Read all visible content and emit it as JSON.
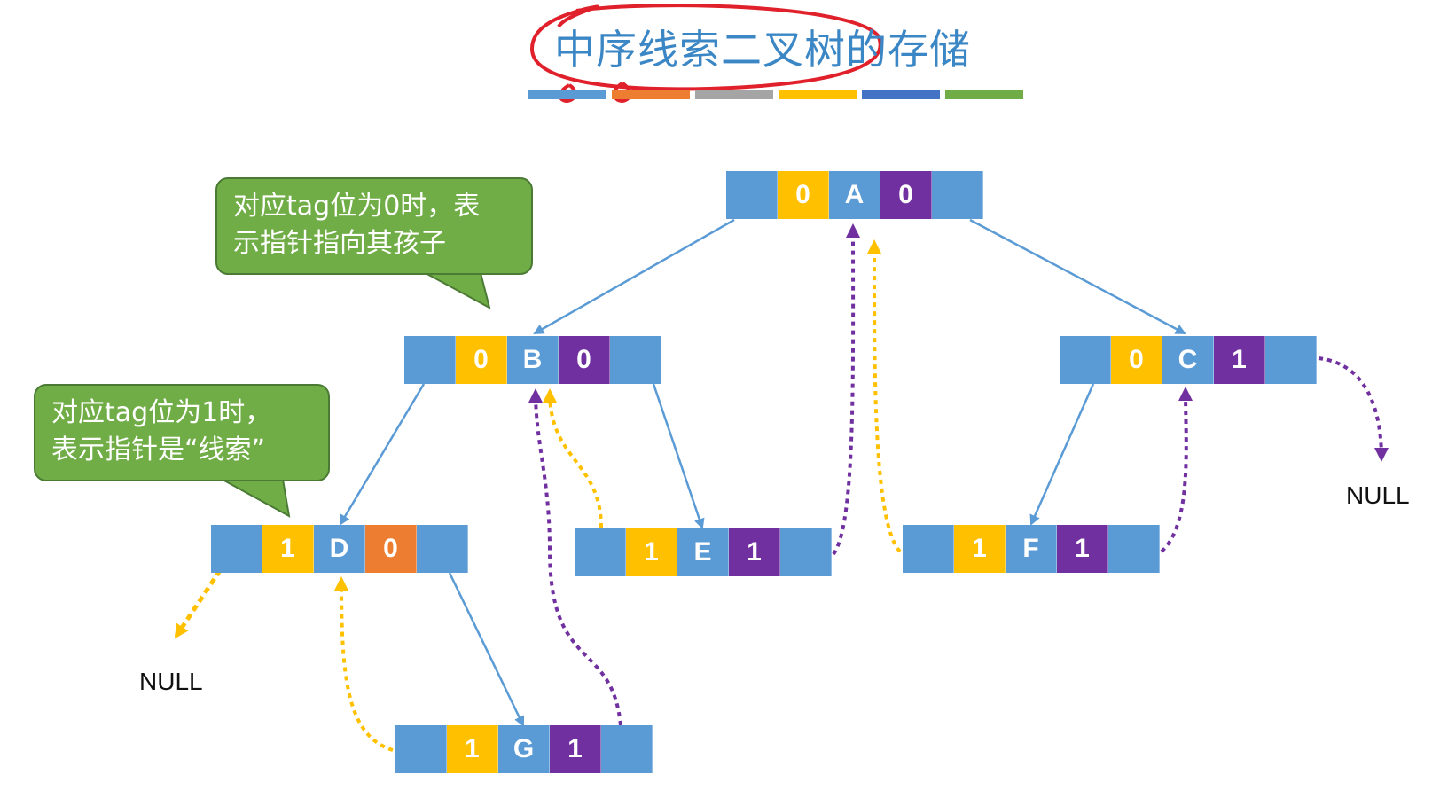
{
  "title": "中序线索二叉树的存储",
  "colors": {
    "node_blue": "#5b9bd5",
    "tag_yellow": "#ffc000",
    "tag_purple": "#7030a0",
    "tag_orange": "#ed7d31",
    "callout_green": "#70ad47",
    "child_edge": "#5b9bd5",
    "annotation_red": "#e0202a"
  },
  "title_bar_colors": [
    "#5b9bd5",
    "#ed7d31",
    "#a5a5a5",
    "#ffc000",
    "#4472c4",
    "#70ad47"
  ],
  "callouts": [
    {
      "id": "tag0",
      "text_line1": "对应tag位为0时，表",
      "text_line2": "示指针指向其孩子"
    },
    {
      "id": "tag1",
      "text_line1": "对应tag位为1时，",
      "text_line2": "表示指针是“线索”"
    }
  ],
  "nodes": [
    {
      "id": "A",
      "ltag": "0",
      "data": "A",
      "rtag": "0",
      "ltag_color": "#ffc000",
      "rtag_color": "#7030a0"
    },
    {
      "id": "B",
      "ltag": "0",
      "data": "B",
      "rtag": "0",
      "ltag_color": "#ffc000",
      "rtag_color": "#7030a0"
    },
    {
      "id": "C",
      "ltag": "0",
      "data": "C",
      "rtag": "1",
      "ltag_color": "#ffc000",
      "rtag_color": "#7030a0"
    },
    {
      "id": "D",
      "ltag": "1",
      "data": "D",
      "rtag": "0",
      "ltag_color": "#ffc000",
      "rtag_color": "#ed7d31"
    },
    {
      "id": "E",
      "ltag": "1",
      "data": "E",
      "rtag": "1",
      "ltag_color": "#ffc000",
      "rtag_color": "#7030a0"
    },
    {
      "id": "F",
      "ltag": "1",
      "data": "F",
      "rtag": "1",
      "ltag_color": "#ffc000",
      "rtag_color": "#7030a0"
    },
    {
      "id": "G",
      "ltag": "1",
      "data": "G",
      "rtag": "1",
      "ltag_color": "#ffc000",
      "rtag_color": "#7030a0"
    }
  ],
  "child_edges": [
    {
      "from": "A",
      "to": "B"
    },
    {
      "from": "A",
      "to": "C"
    },
    {
      "from": "B",
      "to": "D"
    },
    {
      "from": "B",
      "to": "E"
    },
    {
      "from": "D",
      "to": "G"
    },
    {
      "from": "C",
      "to": "F"
    }
  ],
  "threads": [
    {
      "from": "D",
      "kind": "pred",
      "to": "NULL"
    },
    {
      "from": "G",
      "kind": "pred",
      "to": "D"
    },
    {
      "from": "G",
      "kind": "succ",
      "to": "B"
    },
    {
      "from": "E",
      "kind": "pred",
      "to": "B"
    },
    {
      "from": "E",
      "kind": "succ",
      "to": "A"
    },
    {
      "from": "F",
      "kind": "pred",
      "to": "A"
    },
    {
      "from": "F",
      "kind": "succ",
      "to": "C"
    },
    {
      "from": "C",
      "kind": "succ",
      "to": "NULL"
    }
  ],
  "null_labels": [
    "NULL",
    "NULL"
  ]
}
